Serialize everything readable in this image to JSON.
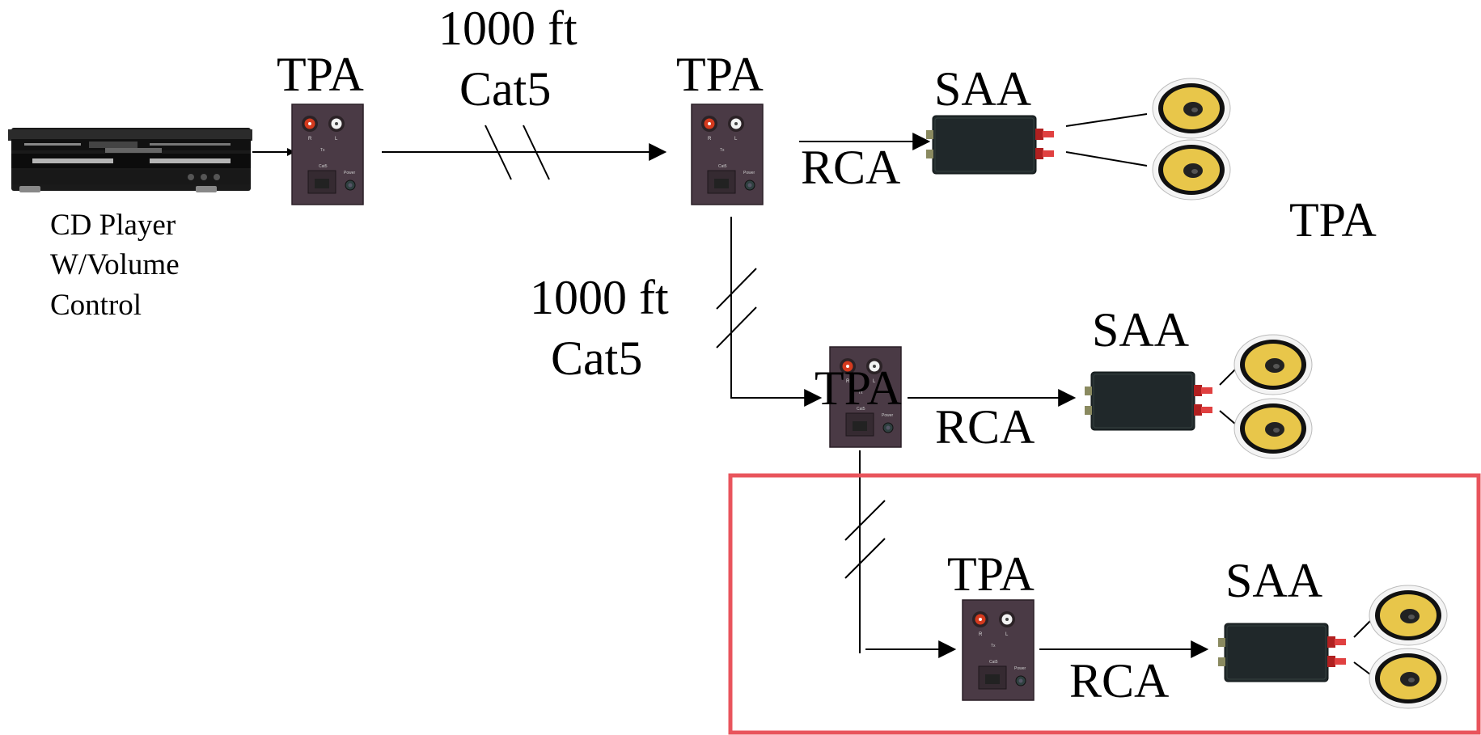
{
  "labels": {
    "cd_player_line1": "CD Player",
    "cd_player_line2": "W/Volume",
    "cd_player_line3": "Control",
    "tpa": "TPA",
    "saa": "SAA",
    "rca": "RCA",
    "cable_distance": "1000 ft",
    "cable_type": "Cat5",
    "tpa_small_port_labels": [
      "R",
      "L",
      "Cat5",
      "Power"
    ]
  },
  "colors": {
    "highlight_border": "#e9545c",
    "device_panel": "#4a3a45",
    "amp_body": "#20282a",
    "speaker_cone": "#e8c64a",
    "rca_red": "#d43a1e",
    "line": "#000000"
  },
  "icons": [
    "cd-player-icon",
    "tpa-wall-plate-icon",
    "saa-amplifier-icon",
    "speaker-icon"
  ]
}
